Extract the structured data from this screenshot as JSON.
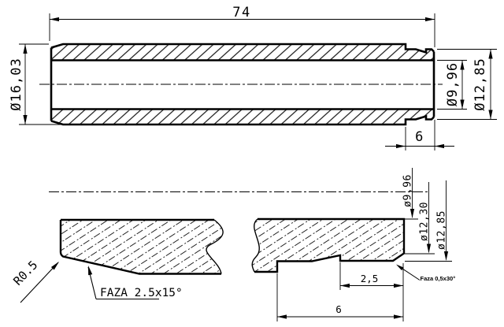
{
  "drawing": {
    "main_view": {
      "length_dim": "74",
      "outer_diameter": "Ø16,03",
      "bore_diameter": "Ø9,96",
      "step_diameter": "Ø12,85",
      "step_length": "6"
    },
    "left_detail": {
      "radius_label": "R0.5",
      "chamfer_label": "FAZA 2.5x15°"
    },
    "right_detail": {
      "bore_diameter": "ø9,96",
      "groove_diameter": "ø12,30",
      "step_diameter": "ø12,85",
      "land_length": "2,5",
      "step_length": "6",
      "chamfer_label": "Faza 0,5x30°"
    },
    "colors": {
      "line": "#000000",
      "background": "#ffffff"
    }
  }
}
